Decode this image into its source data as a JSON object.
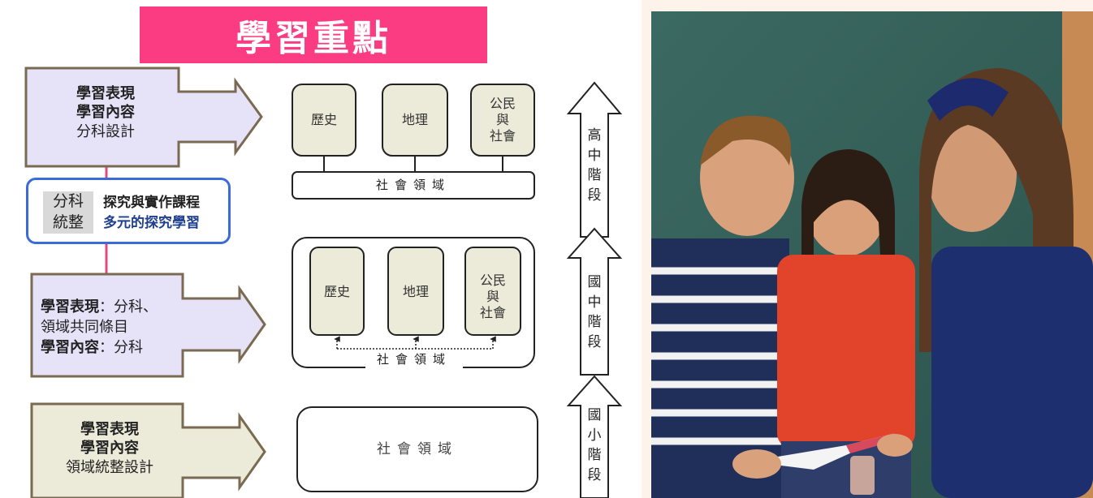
{
  "title": "學習重點",
  "left_boxes": {
    "high": {
      "line1": "學習表現",
      "line2": "學習內容",
      "line3": "分科設計"
    },
    "middle": {
      "line1_bold": "學習表現",
      "line1_rest": "：分科、",
      "line2": "領域共同條目",
      "line3_bold": "學習內容",
      "line3_rest": "：分科"
    },
    "elementary": {
      "line1": "學習表現",
      "line2": "學習內容",
      "line3": "領域統整設計"
    }
  },
  "inquiry": {
    "left_line1": "分科",
    "left_line2": "統整",
    "right_line1": "探究與實作課程",
    "right_line2": "多元的探究學習"
  },
  "subjects": {
    "history": "歷史",
    "geography": "地理",
    "civics_1": "公民",
    "civics_2": "與",
    "civics_3": "社會"
  },
  "domain_label": "社會領域",
  "stages": {
    "high": [
      "高",
      "中",
      "階",
      "段"
    ],
    "middle": [
      "國",
      "中",
      "階",
      "段"
    ],
    "elementary": [
      "國",
      "小",
      "階",
      "段"
    ]
  },
  "colors": {
    "banner": "#fb3c83",
    "box_fill": "#e6e2f8",
    "box_fill_light": "#ecebd9",
    "box_border": "#7a6a52",
    "inquiry_border": "#3b6bd8",
    "connector": "#e8467f"
  },
  "photo": {
    "description_icon": "students-photo"
  }
}
